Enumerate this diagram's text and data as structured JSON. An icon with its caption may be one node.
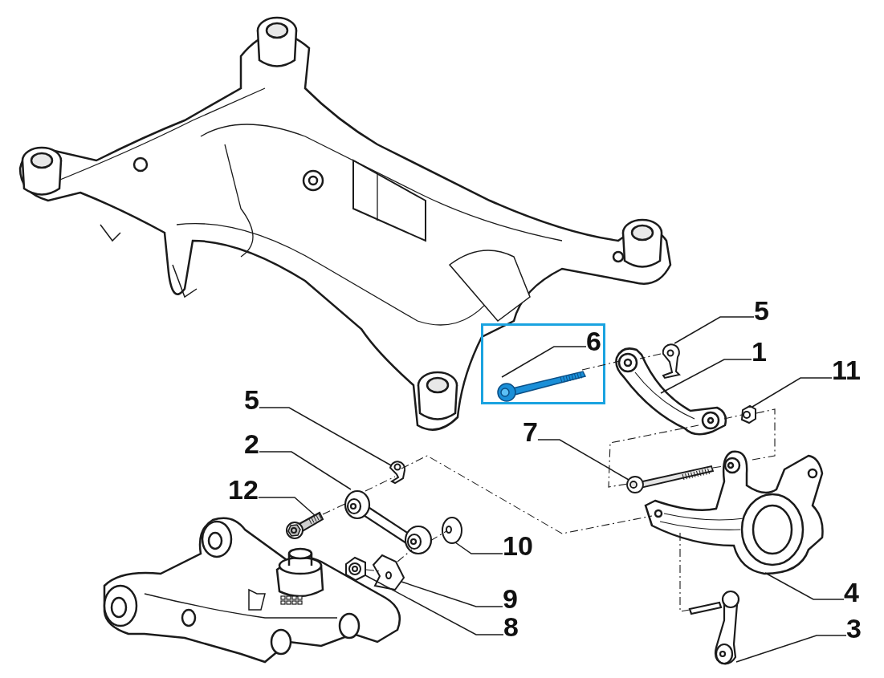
{
  "diagram": {
    "nodes": [
      {
        "text": [],
        "shape": "box"
      },
      {
        "text": [
          "6"
        ],
        "in": 0
      },
      {
        "text": [],
        "shape": "picture",
        "in": 0
      },
      {
        "text": [
          "5"
        ]
      },
      {
        "text": [],
        "shape": "picture"
      },
      {
        "text": [
          "1"
        ]
      },
      {
        "text": [],
        "shape": "picture"
      },
      {
        "text": [
          "11"
        ]
      },
      {
        "text": [],
        "shape": "picture"
      },
      {
        "text": [
          "5"
        ]
      },
      {
        "text": [],
        "shape": "picture"
      },
      {
        "text": [
          "2"
        ]
      },
      {
        "text": [],
        "shape": "picture"
      },
      {
        "text": [
          "7"
        ]
      },
      {
        "text": [],
        "shape": "picture"
      },
      {
        "text": [
          "12"
        ]
      },
      {
        "text": [],
        "shape": "picture"
      },
      {
        "text": [],
        "shape": "picture"
      },
      {
        "text": [
          "10"
        ]
      },
      {
        "text": [],
        "shape": "picture"
      },
      {
        "text": [
          "4"
        ]
      },
      {
        "text": [],
        "shape": "picture"
      },
      {
        "text": [
          "9"
        ]
      },
      {
        "text": [],
        "shape": "picture"
      },
      {
        "text": [
          "8"
        ]
      },
      {
        "text": [],
        "shape": "picture"
      },
      {
        "text": [
          "3"
        ]
      }
    ],
    "edges": [
      {
        "from": 1,
        "to": 2,
        "arrow": "none"
      },
      {
        "from": 3,
        "to": 4,
        "arrow": "none"
      },
      {
        "from": 5,
        "to": 6,
        "arrow": "none"
      },
      {
        "from": 7,
        "to": 8,
        "arrow": "none"
      },
      {
        "from": 9,
        "to": 10,
        "arrow": "none"
      },
      {
        "from": 11,
        "to": 12,
        "arrow": "none"
      },
      {
        "from": 13,
        "to": 14,
        "arrow": "none"
      },
      {
        "from": 15,
        "to": 16,
        "arrow": "none"
      },
      {
        "from": 18,
        "to": 17,
        "arrow": "none"
      },
      {
        "from": 20,
        "to": 19,
        "arrow": "none"
      },
      {
        "from": 22,
        "to": 21,
        "arrow": "none"
      },
      {
        "from": 24,
        "to": 23,
        "arrow": "none"
      },
      {
        "from": 26,
        "to": 25,
        "arrow": "none"
      },
      {
        "from": 2,
        "to": 6,
        "arrow": "none",
        "style": "dashed"
      },
      {
        "from": 4,
        "to": 6,
        "arrow": "none",
        "style": "dashed"
      },
      {
        "from": 6,
        "to": 8,
        "arrow": "none",
        "style": "dashed"
      },
      {
        "from": 8,
        "to": 19,
        "arrow": "none",
        "style": "dashed"
      },
      {
        "from": 6,
        "to": 14,
        "arrow": "none",
        "style": "dashed"
      },
      {
        "from": 14,
        "to": 19,
        "arrow": "none",
        "style": "dashed"
      },
      {
        "from": 19,
        "to": 25,
        "arrow": "none",
        "style": "dashed"
      },
      {
        "from": 16,
        "to": 12,
        "arrow": "none",
        "style": "dashed"
      },
      {
        "from": 12,
        "to": 10,
        "arrow": "none",
        "style": "dashed"
      },
      {
        "from": 12,
        "to": 17,
        "arrow": "none",
        "style": "dashed"
      },
      {
        "from": 23,
        "to": 21,
        "arrow": "none",
        "style": "dashed"
      },
      {
        "from": 21,
        "to": 12,
        "arrow": "none",
        "style": "dashed"
      },
      {
        "from": 10,
        "to": 19,
        "arrow": "none",
        "style": "dashed"
      }
    ]
  }
}
